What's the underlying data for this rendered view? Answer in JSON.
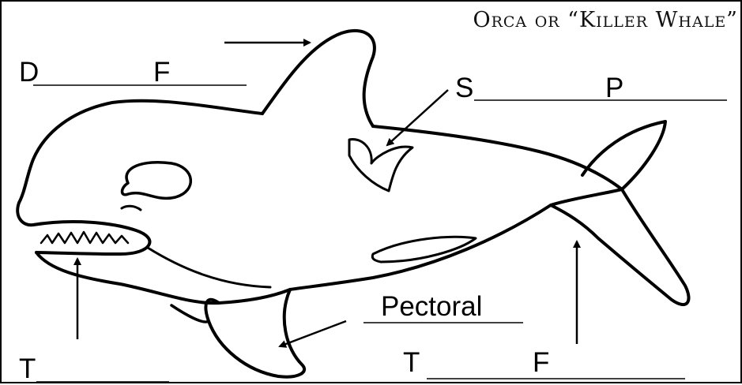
{
  "title": "Orca or “Killer Whale”",
  "labels": {
    "dorsal_first": "D",
    "dorsal_second": "F",
    "saddle_first": "S",
    "saddle_second": "P",
    "pectoral": "Pectoral",
    "teeth_first": "T",
    "tail_first": "T",
    "tail_second": "F"
  },
  "colors": {
    "ink": "#000000",
    "background": "#ffffff"
  }
}
